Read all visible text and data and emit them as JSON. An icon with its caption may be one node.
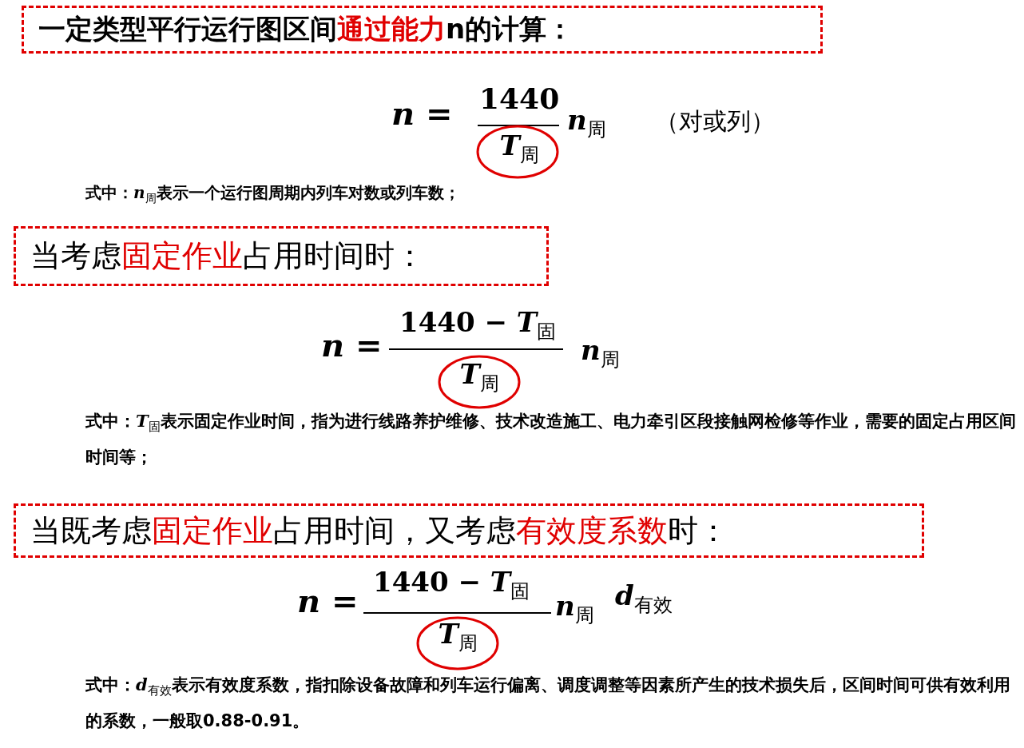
{
  "diagram": {
    "nodes": [
      {
        "text": [
          "一定类型平行运行图区间",
          "通过能力",
          "n的计算："
        ]
      },
      {
        "text": [
          "当考虑",
          "固定作业",
          "占用时间时："
        ]
      },
      {
        "text": [
          "当既考虑",
          "固定作业",
          "占用时间，又考虑",
          "有效度系数",
          "时："
        ]
      }
    ],
    "labels": [
      "*n* =",
      "1440",
      "*T*$_{周}$",
      "*n*$_{周}$",
      "（对或列）",
      "式中：*n*$_{周}$表示一个运行图周期内列车对数或列车数；",
      "*n* =",
      "1440 − *T*$_{固}$",
      "*T*$_{周}$",
      "*n*$_{周}$",
      "式中：*T*$_{固}$表示固定作业时间，指为进行线路养护维修、技术改造施工、电力牵引区段接触网检修等作业，需要的固定占用区间时间等；",
      "*n* =",
      "1440 − *T*$_{固}$",
      "*T*$_{周}$",
      "*n*$_{周}$",
      "*d*$_{有效}$",
      "式中：*d*$_{有效}$表示有效度系数，指扣除设备故障和列车运行偏离、调度调整等因素所产生的技术损失后，区间时间可供有效利用的系数，一般取0.88-0.91。"
    ]
  }
}
